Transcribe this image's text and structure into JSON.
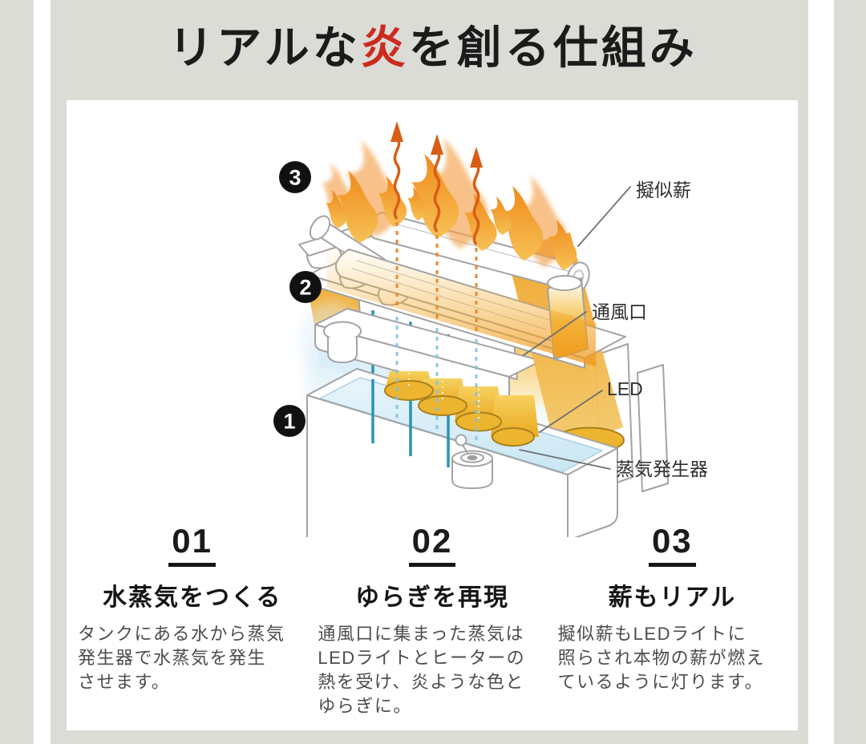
{
  "title": {
    "prefix": "リアルな",
    "highlight": "炎",
    "suffix": "を創る仕組み",
    "highlight_color": "#cc2a20"
  },
  "diagram": {
    "markers": [
      "3",
      "2",
      "1"
    ],
    "labels": {
      "logs": "擬似薪",
      "vent": "通風口",
      "led": "LED",
      "steam": "蒸気発生器"
    }
  },
  "steps": [
    {
      "number": "01",
      "heading": "水蒸気をつくる",
      "body": "タンクにある水から蒸気\n発生器で水蒸気を発生\nさせます。"
    },
    {
      "number": "02",
      "heading": "ゆらぎを再現",
      "body": "通風口に集まった蒸気は\nLEDライトとヒーターの\n熱を受け、炎ような色と\nゆらぎに。"
    },
    {
      "number": "03",
      "heading": "薪もリアル",
      "body": "擬似薪もLEDライトに\n照らされ本物の薪が燃え\nているように灯ります。"
    }
  ],
  "colors": {
    "background": "#dbdcd5",
    "panel": "#ffffff",
    "accent_red": "#cc2a20",
    "flame_orange": "#ef8c1f",
    "gold": "#eab832",
    "steam_arrow": "#d95d15",
    "mist_teal": "#2a93b4",
    "water_blue": "#cfe9f6",
    "ink": "#1b1b1b",
    "body_gray": "#4c4c4c"
  }
}
